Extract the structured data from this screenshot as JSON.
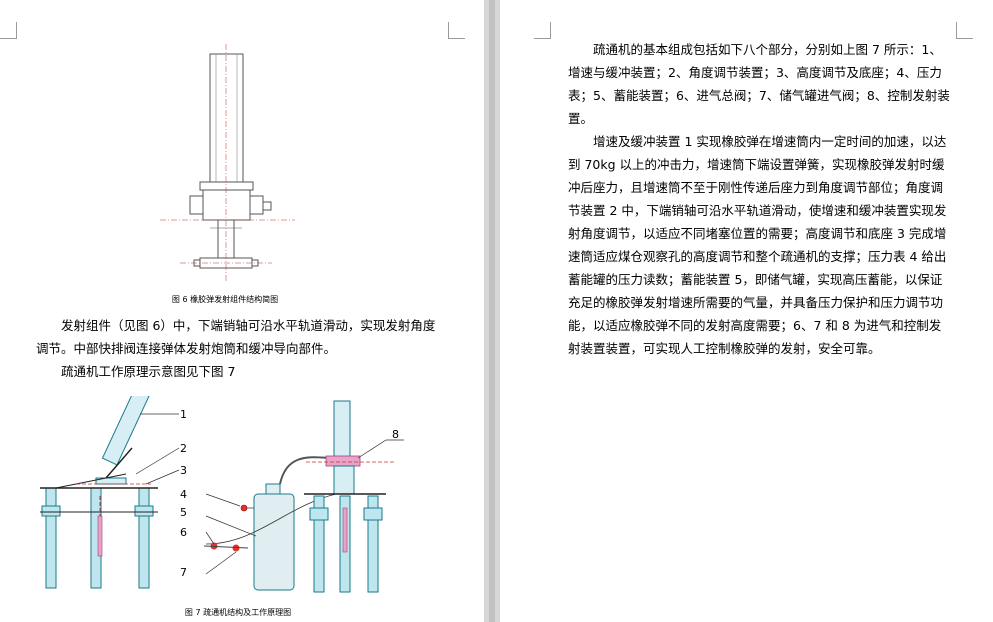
{
  "left_page": {
    "fig6_caption": "图 6 橡胶弹发射组件结构简图",
    "para1": "发射组件（见图 6）中，下端销轴可沿水平轨道滑动，实现发射角度调节。中部快排阀连接弹体发射炮筒和缓冲导向部件。",
    "para2": "疏通机工作原理示意图见下图 7",
    "fig7_labels": [
      "1",
      "2",
      "3",
      "4",
      "5",
      "6",
      "7",
      "8"
    ],
    "fig7_caption": "图 7 疏通机结构及工作原理图"
  },
  "right_page": {
    "para1": "疏通机的基本组成包括如下八个部分，分别如上图 7 所示：1、增速与缓冲装置；2、角度调节装置；3、高度调节及底座；4、压力表；5、蓄能装置；6、进气总阀；7、储气罐进气阀；8、控制发射装置。",
    "para2": "增速及缓冲装置 1 实现橡胶弹在增速筒内一定时间的加速，以达到 70kg 以上的冲击力，增速筒下端设置弹簧，实现橡胶弹发射时缓冲后座力，且增速筒不至于刚性传递后座力到角度调节部位；角度调节装置 2 中，下端销轴可沿水平轨道滑动，使增速和缓冲装置实现发射角度调节，以适应不同堵塞位置的需要；高度调节和底座 3 完成增速筒适应煤仓观察孔的高度调节和整个疏通机的支撑；压力表 4 给出蓄能罐的压力读数；蓄能装置 5，即储气罐，实现高压蓄能，以保证充足的橡胶弹发射增速所需要的气量，并具备压力保护和压力调节功能，以适应橡胶弹不同的发射高度需要；6、7 和 8 为进气和控制发射装置装置，可实现人工控制橡胶弹的发射，安全可靠。"
  }
}
